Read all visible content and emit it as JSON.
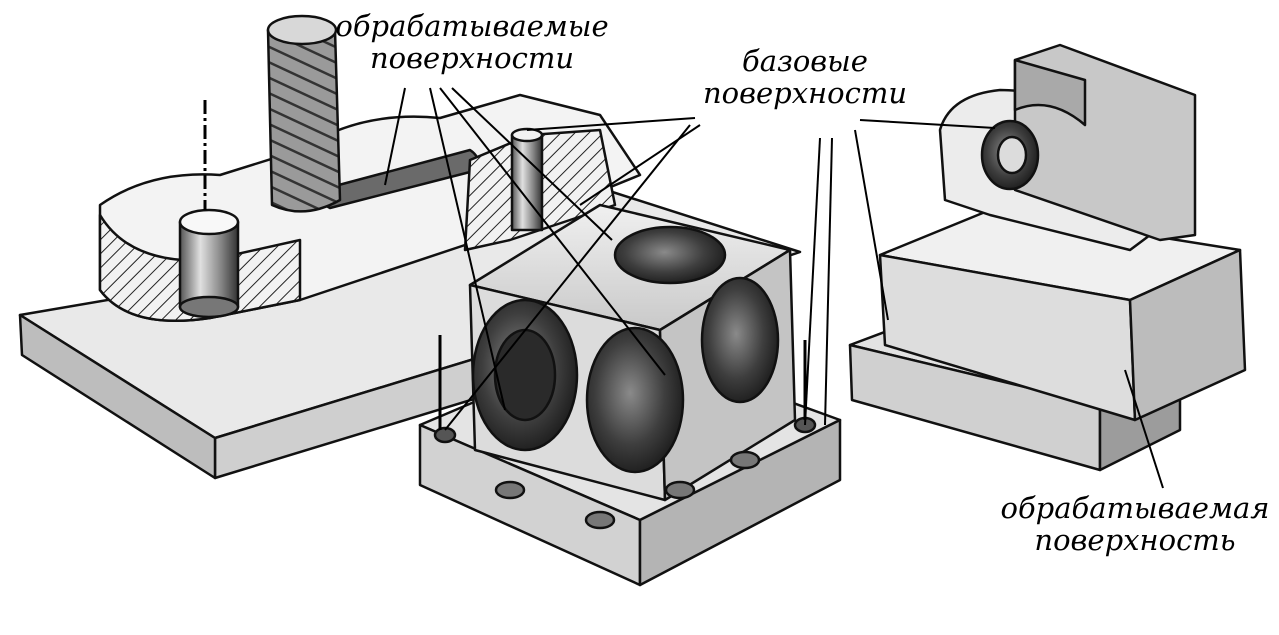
{
  "labels": {
    "machined_surfaces_line1": "обрабатываемые",
    "machined_surfaces_line2": "поверхности",
    "base_surfaces_line1": "базовые",
    "base_surfaces_line2": "поверхности",
    "machined_surface_line1": "обрабатываемая",
    "machined_surface_line2": "поверхность"
  },
  "colors": {
    "ink": "#000000",
    "paper": "#ffffff",
    "metal_light": "#e6e6e6",
    "metal_mid": "#bdbdbd",
    "metal_dark": "#5a5a5a"
  }
}
